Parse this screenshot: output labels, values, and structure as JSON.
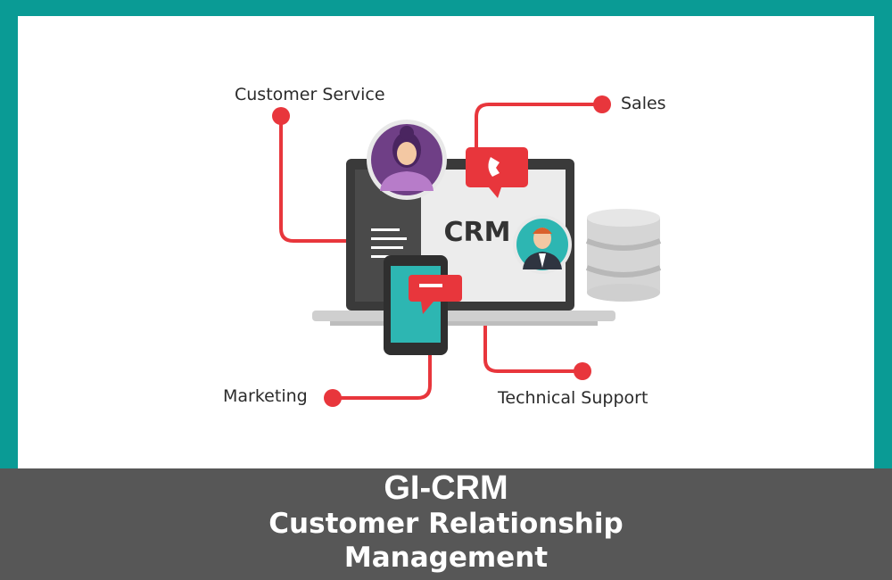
{
  "colors": {
    "frame": "#0a9b95",
    "banner": "#575757",
    "accent_red": "#e8363c",
    "screen_dark": "#3a3a3a",
    "phone_teal": "#2db6b2",
    "avatar_purple": "#8a4c9e"
  },
  "diagram": {
    "center_label": "CRM",
    "labels": {
      "customer_service": "Customer Service",
      "sales": "Sales",
      "marketing": "Marketing",
      "technical_support": "Technical Support"
    },
    "icons": [
      "woman-avatar-icon",
      "man-avatar-icon",
      "phone-chat-bubble-icon",
      "message-bubble-icon",
      "database-icon",
      "laptop-icon",
      "smartphone-icon"
    ]
  },
  "banner": {
    "title": "GI-CRM",
    "subtitle_line1": "Customer Relationship",
    "subtitle_line2": "Management"
  }
}
